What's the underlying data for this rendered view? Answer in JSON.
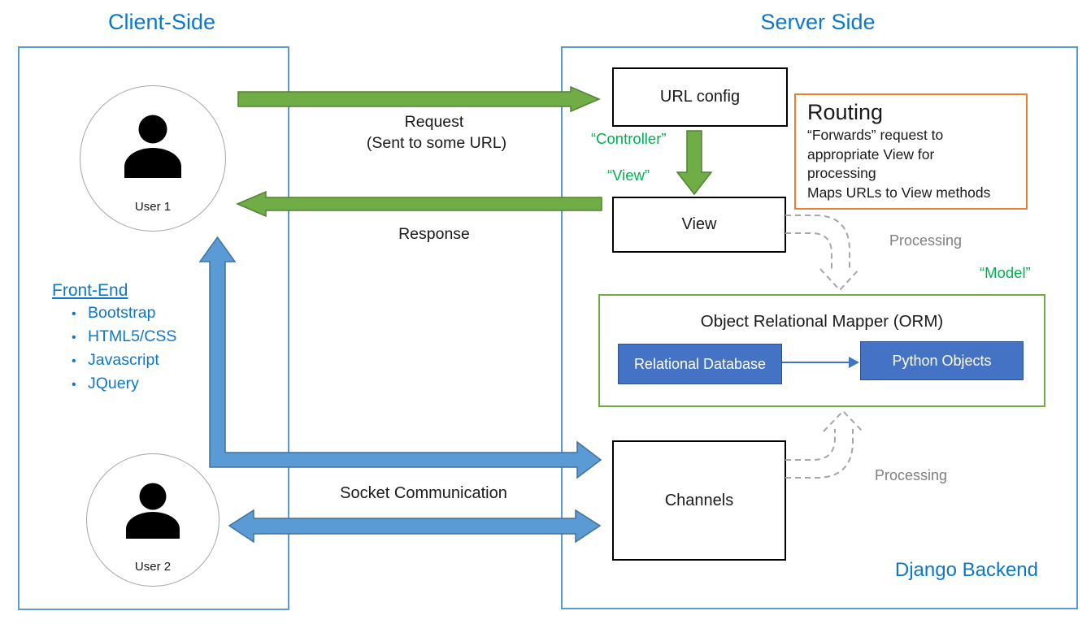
{
  "titles": {
    "client": "Client-Side",
    "server": "Server Side",
    "backend": "Django Backend"
  },
  "users": [
    {
      "label": "User 1"
    },
    {
      "label": "User 2"
    }
  ],
  "frontend": {
    "heading": "Front-End",
    "bullet": "•",
    "items": [
      "Bootstrap",
      "HTML5/CSS",
      "Javascript",
      "JQuery"
    ]
  },
  "flows": {
    "request": "Request",
    "request_sub": "(Sent to some URL)",
    "response": "Response",
    "socket": "Socket Communication",
    "processing_top": "Processing",
    "processing_bottom": "Processing"
  },
  "mvc": {
    "controller": "“Controller”",
    "view": "“View”",
    "model": "“Model”"
  },
  "boxes": {
    "url_config": "URL config",
    "view": "View",
    "channels": "Channels",
    "orm_title": "Object Relational Mapper (ORM)",
    "relational_db": "Relational Database",
    "python_objects": "Python Objects"
  },
  "routing": {
    "title": "Routing",
    "lines": [
      "“Forwards” request to",
      "appropriate View for",
      "processing",
      "Maps URLs to View methods"
    ]
  },
  "colors": {
    "accent_blue": "#0E78C6",
    "panel_border": "#5B9BD5",
    "arrow_green": "#70AD47",
    "arrow_green_dark": "#538135",
    "arrow_blue": "#5B9BD5",
    "arrow_blue_dark": "#41719C",
    "routing_orange": "#ED7D31",
    "orm_green": "#70AD47",
    "inner_box_blue": "#4472C4",
    "green_text": "#00B050",
    "dashed_gray": "#A6A6A6"
  }
}
